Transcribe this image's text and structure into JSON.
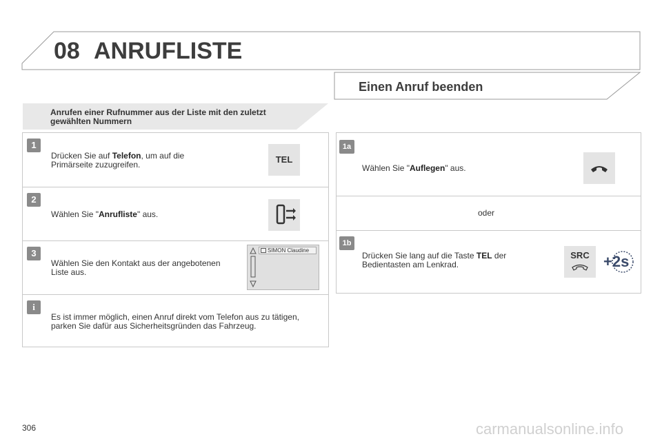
{
  "header": {
    "chapter": "08",
    "title": "ANRUFLISTE"
  },
  "left": {
    "subtitle_line1": "Anrufen einer Rufnummer aus der Liste mit den zuletzt",
    "subtitle_line2": "gewählten Nummern",
    "steps": [
      {
        "badge": "1",
        "pre": "Drücken Sie auf ",
        "bold": "Telefon",
        "post": ", um auf die",
        "line2": "Primärseite zuzugreifen.",
        "icon_label": "TEL"
      },
      {
        "badge": "2",
        "pre": "Wählen Sie \"",
        "bold": "Anrufliste",
        "post": "\" aus."
      },
      {
        "badge": "3",
        "line1": "Wählen Sie den Kontakt aus der angebotenen",
        "line2": "Liste aus.",
        "contact": "SIMON Claudine"
      }
    ],
    "info": {
      "badge": "i",
      "line1": "Es ist immer möglich, einen Anruf direkt vom Telefon aus zu tätigen,",
      "line2": "parken Sie dafür aus Sicherheitsgründen das Fahrzeug."
    }
  },
  "right": {
    "section_title": "Einen Anruf beenden",
    "step1a": {
      "badge": "1a",
      "pre": "Wählen Sie \"",
      "bold": "Auflegen",
      "post": "\" aus."
    },
    "or_text": "oder",
    "step1b": {
      "badge": "1b",
      "pre": "Drücken Sie lang auf die Taste ",
      "bold": "TEL",
      "post": " der",
      "line2": "Bedientasten am Lenkrad.",
      "src_label": "SRC",
      "hold_label": "+2s"
    }
  },
  "footer": {
    "page_number": "306",
    "watermark": "carmanualsonline.info"
  }
}
